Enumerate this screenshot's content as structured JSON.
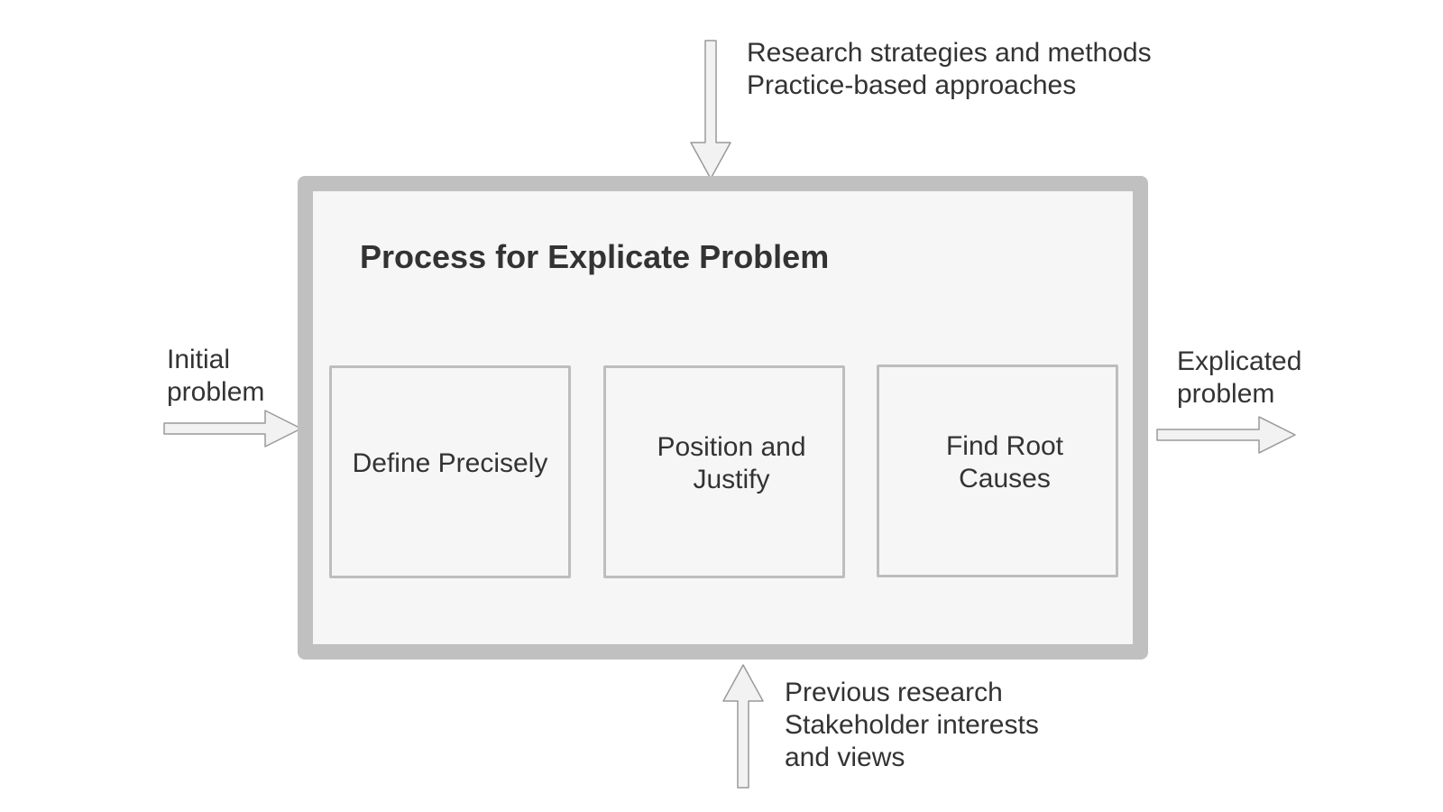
{
  "diagram": {
    "title": "Process for Explicate Problem",
    "steps": [
      {
        "lines": [
          "Define Precisely"
        ]
      },
      {
        "lines": [
          "Position and",
          "Justify"
        ]
      },
      {
        "lines": [
          "Find Root",
          "Causes"
        ]
      }
    ],
    "input": {
      "lines": [
        "Initial",
        "problem"
      ]
    },
    "output": {
      "lines": [
        "Explicated",
        "problem"
      ]
    },
    "controls": {
      "lines": [
        "Research strategies and methods",
        "Practice-based approaches"
      ]
    },
    "resources": {
      "lines": [
        "Previous research",
        "Stakeholder interests",
        "and views"
      ]
    }
  },
  "colors": {
    "frame": "#c0c0c0",
    "box_fill": "#f6f6f6",
    "arrow_fill": "#f2f2f2",
    "arrow_stroke": "#9a9a9a",
    "text": "#333333"
  }
}
